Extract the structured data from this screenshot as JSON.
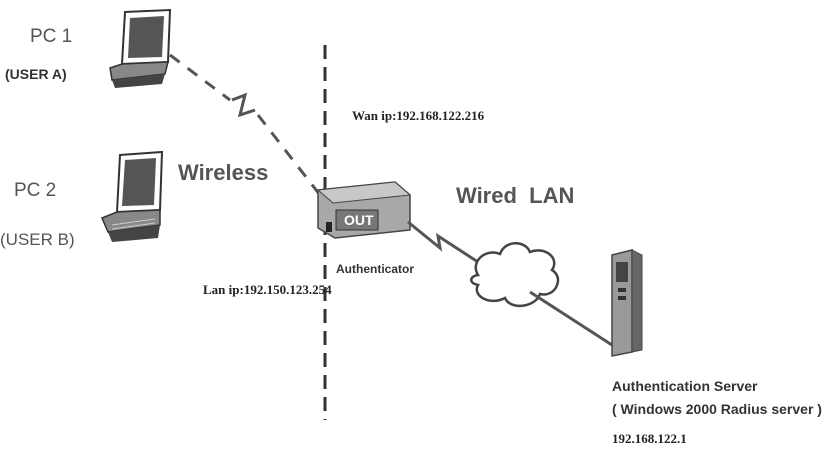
{
  "diagram": {
    "pc1": {
      "name": "PC 1",
      "user": "(USER A)"
    },
    "pc2": {
      "name": "PC 2",
      "user": "(USER B)"
    },
    "wireless_label": "Wireless",
    "wired_lan_label": "Wired  LAN",
    "wan_ip": "Wan ip:192.168.122.216",
    "lan_ip": "Lan ip:192.150.123.254",
    "device_port_label": "OUT",
    "authenticator_label": "Authenticator",
    "auth_server": {
      "title": "Authentication Server",
      "subtitle": "( Windows 2000 Radius server )",
      "ip": "192.168.122.1"
    }
  },
  "colors": {
    "line": "#555555",
    "device_body": "#9a9a9a",
    "device_port": "#7a7a7a"
  }
}
